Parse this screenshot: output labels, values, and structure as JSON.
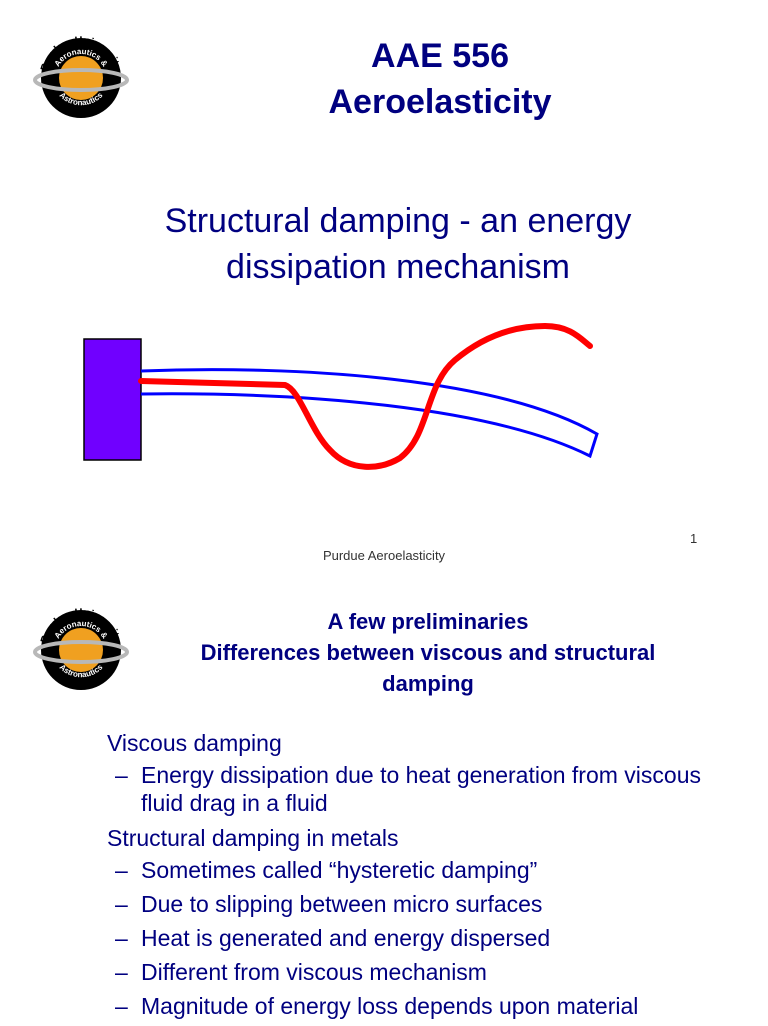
{
  "slide1": {
    "logo": {
      "top_text": "Purdue University",
      "middle_text": "Aeronautics &",
      "bottom_text": "Astronautics",
      "icon": "purdue-aa-logo-icon"
    },
    "title_line1": "AAE 556",
    "title_line2": "Aeroelasticity",
    "subtitle_line1": "Structural damping - an energy",
    "subtitle_line2": "dissipation mechanism",
    "page_number": "1",
    "footer": "Purdue Aeroelasticity"
  },
  "slide2": {
    "logo": {
      "top_text": "Purdue University",
      "middle_text": "Aeronautics &",
      "bottom_text": "Astronautics",
      "icon": "purdue-aa-logo-icon"
    },
    "title_line1": "A few preliminaries",
    "title_line2": "Differences between viscous and structural",
    "title_line3": "damping",
    "bullet_marker": "",
    "dash": "–",
    "bullets": [
      {
        "text": "Viscous damping",
        "sub": [
          "Energy dissipation due to heat generation from viscous fluid drag in a fluid"
        ]
      },
      {
        "text": "Structural damping in metals",
        "sub": [
          "Sometimes called “hysteretic damping”",
          "Due to slipping between micro surfaces",
          "Heat is generated and energy dispersed",
          "Different from viscous mechanism",
          "Magnitude of energy loss depends upon material"
        ]
      }
    ]
  },
  "colors": {
    "title": "#000080",
    "clamp": "#7000ff",
    "beam": "#0000ff",
    "mode_shape": "#ff0000",
    "logo_ring": "#b0b0b0",
    "logo_fill": "#f0a020"
  }
}
